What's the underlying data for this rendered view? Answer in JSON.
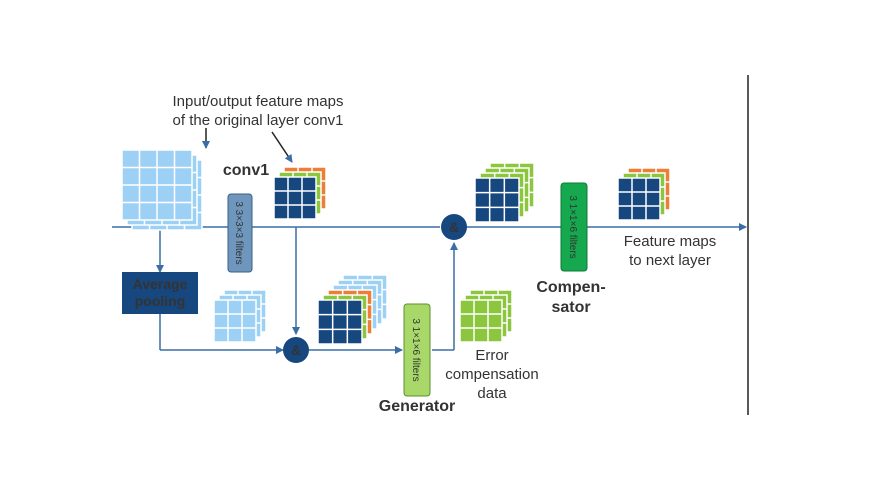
{
  "labels": {
    "input_output_line1": "Input/output feature maps",
    "input_output_line2": "of the original layer conv1",
    "conv1": "conv1",
    "conv1_filters": "3 3×3×3 filters",
    "average_pooling_line1": "Average",
    "average_pooling_line2": "pooling",
    "concat_symbol": "&",
    "generator_filters": "3 1×1×6 filters",
    "generator": "Generator",
    "error_line1": "Error",
    "error_line2": "compensation",
    "error_line3": "data",
    "compensator_filters": "3 1×1×6 filters",
    "compensator_line1": "Compen-",
    "compensator_line2": "sator",
    "feature_maps_line1": "Feature maps",
    "feature_maps_line2": "to next layer"
  },
  "colors": {
    "light_blue": "#9dd0f5",
    "dark_blue": "#17477f",
    "orange": "#ec7e37",
    "green": "#8cc63f",
    "light_green": "#a8d86a",
    "dark_green": "#15a84e",
    "arrow": "#3a6ea5",
    "steel_box": "#6f97bd",
    "green_text": "#7cb842",
    "dark_green_text": "#15a84e",
    "conv1_text": "#1f5a9e"
  }
}
